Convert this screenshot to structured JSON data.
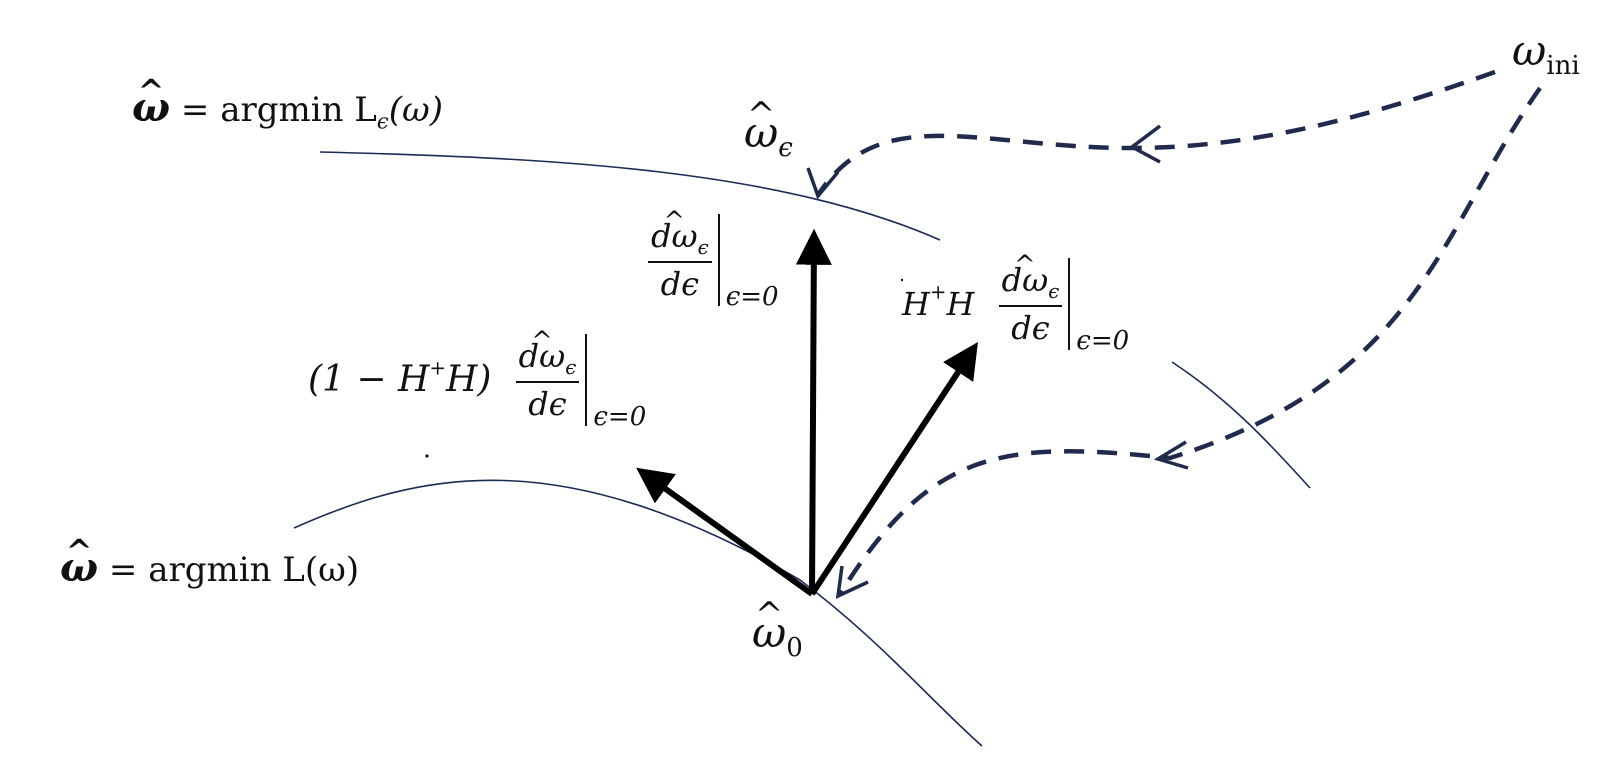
{
  "labels": {
    "top_curve": {
      "lhs": "ω",
      "eq": " = argmin L",
      "sub": "ϵ",
      "arg": "(ω)"
    },
    "bottom_curve": {
      "lhs": "ω",
      "eq": " = argmin L(ω)"
    },
    "w_eps": {
      "sym": "ω",
      "sub": "ϵ"
    },
    "w_0": {
      "sym": "ω",
      "sub": "0"
    },
    "w_ini": {
      "sym": "ω",
      "sub": "ini"
    },
    "d_vertical": {
      "num_sym": "dω",
      "num_sub": "ϵ",
      "den": "dϵ",
      "eval": "ϵ=0"
    },
    "d_right": {
      "prefix": "H",
      "prefix_sup": "+",
      "prefix_end": "H",
      "num_sym": "dω",
      "num_sub": "ϵ",
      "den": "dϵ",
      "eval": "ϵ=0"
    },
    "d_left": {
      "prefix": "(1 − H",
      "prefix_sup": "+",
      "prefix_end": "H)",
      "num_sym": "dω",
      "num_sub": "ϵ",
      "den": "dϵ",
      "eval": "ϵ=0"
    }
  },
  "colors": {
    "curve": "#1c2b56",
    "dashed": "#1f2a4d",
    "arrow": "#000000",
    "text": "#111111"
  }
}
